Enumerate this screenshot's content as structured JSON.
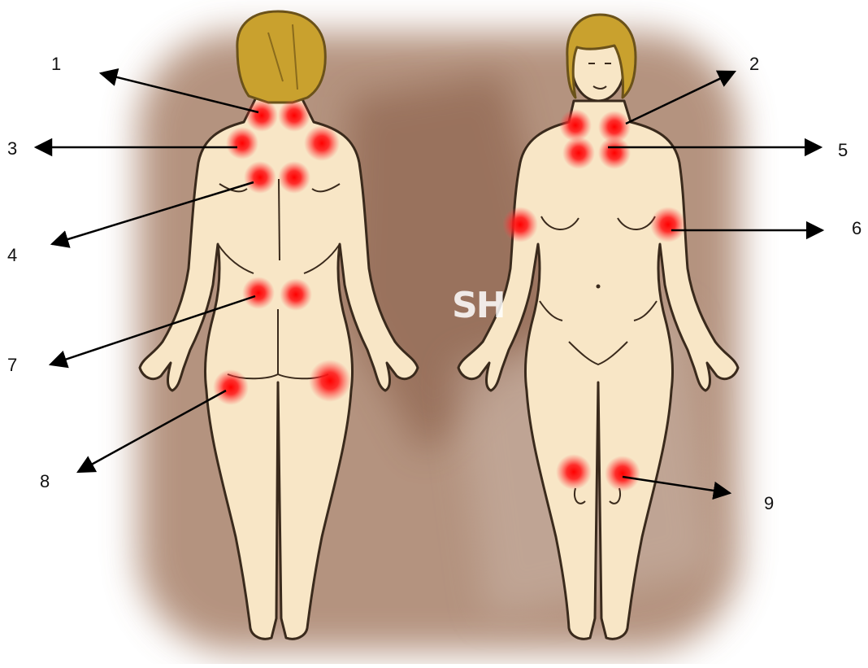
{
  "labels": [
    {
      "id": "1",
      "text": "1"
    },
    {
      "id": "2",
      "text": "2"
    },
    {
      "id": "3",
      "text": "3"
    },
    {
      "id": "4",
      "text": "4"
    },
    {
      "id": "5",
      "text": "5"
    },
    {
      "id": "6",
      "text": "6"
    },
    {
      "id": "7",
      "text": "7"
    },
    {
      "id": "8",
      "text": "8"
    },
    {
      "id": "9",
      "text": "9"
    }
  ],
  "watermark": "SH",
  "colors": {
    "skin": "#f8e6c6",
    "outline": "#3a2a1c",
    "hair": "#c9a12e",
    "tender_point": "#ff1a1a",
    "background_brown": "#8a5a40",
    "arrow": "#000000"
  }
}
